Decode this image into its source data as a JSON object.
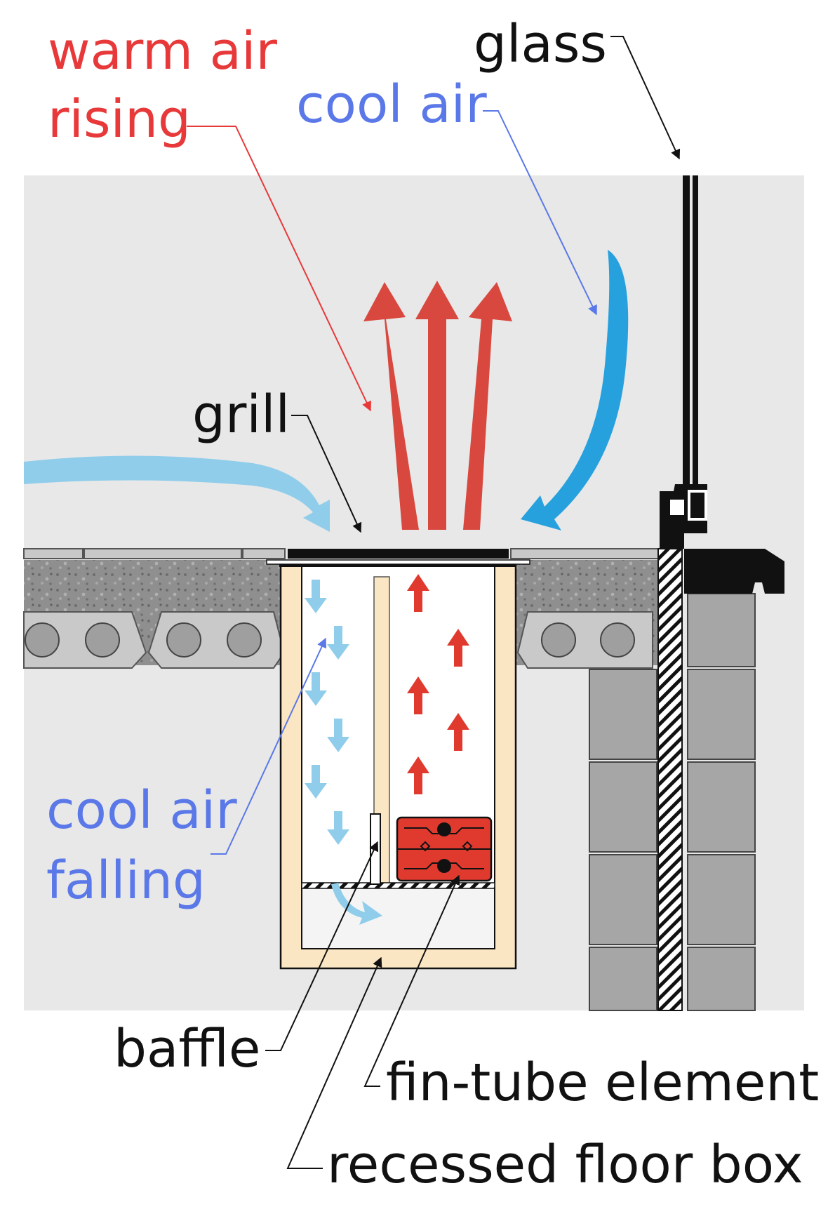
{
  "labels": {
    "warm_air_rising": [
      "warm air",
      "rising"
    ],
    "cool_air_top": "cool air",
    "glass": "glass",
    "grill": "grill",
    "cool_air_falling": [
      "cool air",
      "falling"
    ],
    "baffle": "baffle",
    "fin_tube_element": "fin-tube element",
    "recessed_floor_box": "recessed floor box"
  },
  "colors": {
    "warm": "#e8393a",
    "warm_arrow": "#d9483f",
    "cool_label": "#5b78e8",
    "cool_flow": "#27a1de",
    "cool_flow_light": "#8fcdeb",
    "background_panel": "#e8e8e8",
    "floor_box": "#fbe6c4",
    "fin_tube": "#e03a2f",
    "block": "#a6a6a6"
  },
  "icons": [
    "warm-air-arrow-icon",
    "cool-air-curve-icon",
    "cool-air-drop-icon",
    "fin-tube-icon",
    "grill-icon"
  ]
}
